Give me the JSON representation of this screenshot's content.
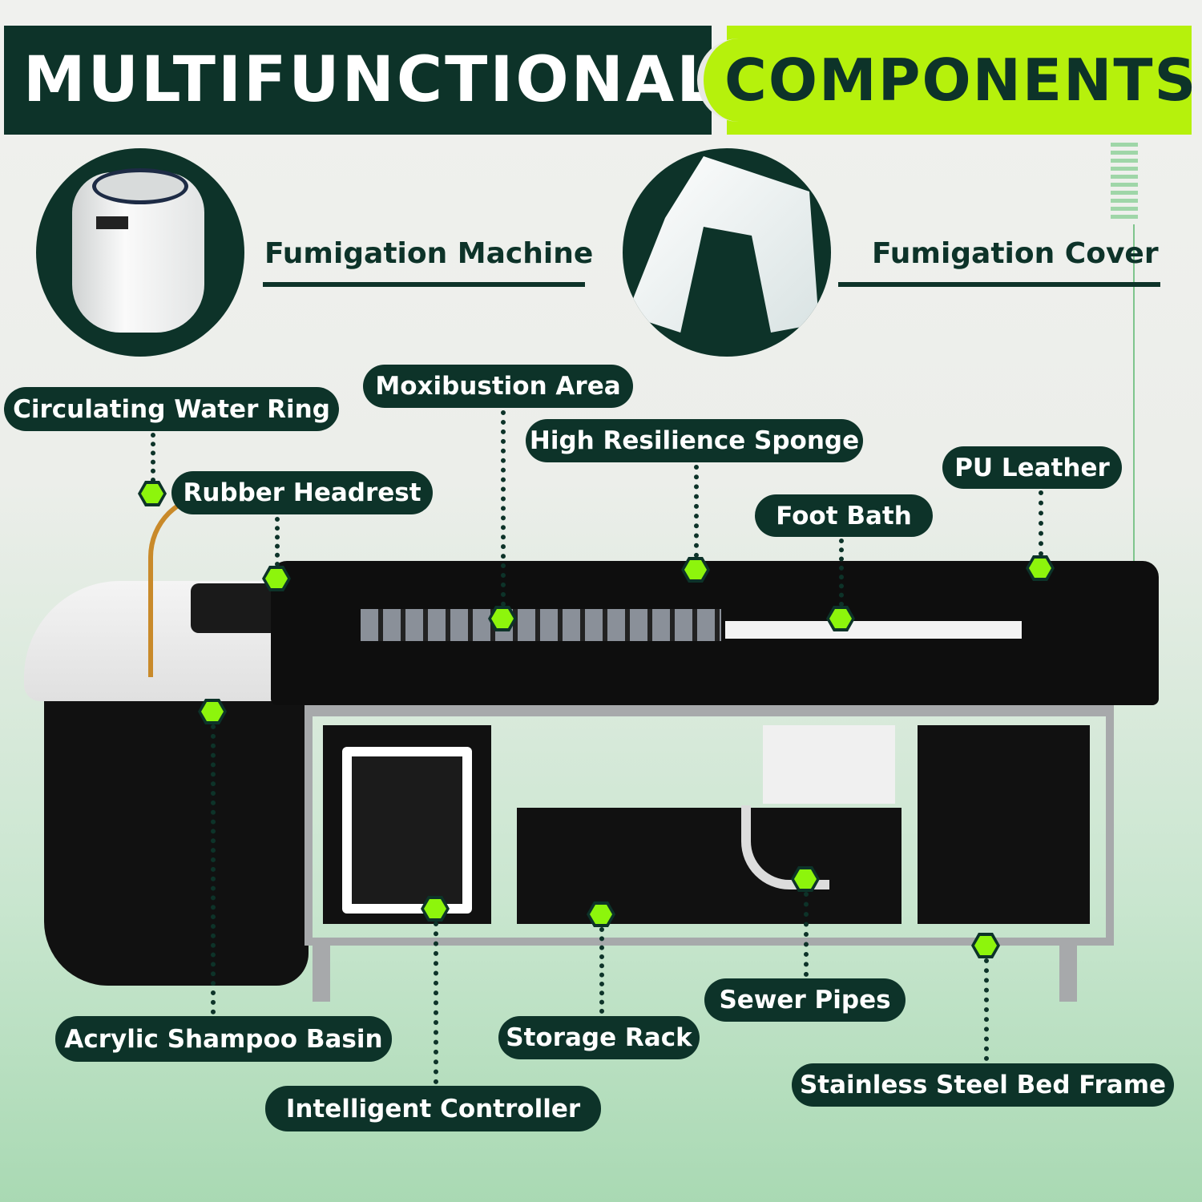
{
  "header": {
    "title_left": "MULTIFUNCTIONAL",
    "title_right": "COMPONENTS"
  },
  "features": [
    {
      "label": "Fumigation Machine"
    },
    {
      "label": "Fumigation Cover"
    }
  ],
  "callouts": {
    "circulating_water_ring": "Circulating Water Ring",
    "rubber_headrest": "Rubber Headrest",
    "moxibustion_area": "Moxibustion Area",
    "high_resilience_sponge": "High Resilience Sponge",
    "pu_leather": "PU Leather",
    "foot_bath": "Foot Bath",
    "acrylic_shampoo_basin": "Acrylic Shampoo Basin",
    "storage_rack": "Storage Rack",
    "sewer_pipes": "Sewer Pipes",
    "intelligent_controller": "Intelligent Controller",
    "stainless_steel_bed_frame": "Stainless Steel Bed Frame"
  },
  "colors": {
    "dark": "#0d3329",
    "accent": "#b6f10c",
    "marker": "#8df50c"
  }
}
